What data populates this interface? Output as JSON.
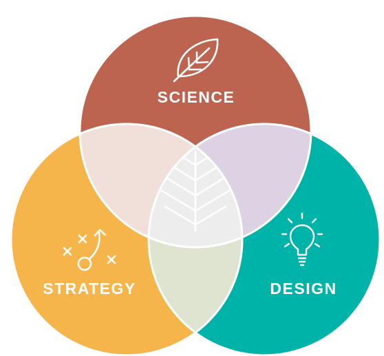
{
  "diagram": {
    "circles": [
      {
        "id": "science",
        "label": "SCIENCE",
        "color": "#BC6450",
        "icon": "leaf-icon"
      },
      {
        "id": "strategy",
        "label": "STRATEGY",
        "color": "#F5B54A",
        "icon": "playbook-icon"
      },
      {
        "id": "design",
        "label": "DESIGN",
        "color": "#00B3A8",
        "icon": "lightbulb-icon"
      }
    ],
    "overlaps": {
      "science_strategy": "#F1E0DA",
      "science_design": "#DDD2E4",
      "strategy_design": "#DFE4D0",
      "center": "#EDEDEE"
    },
    "center_icon": "leaf-icon"
  }
}
